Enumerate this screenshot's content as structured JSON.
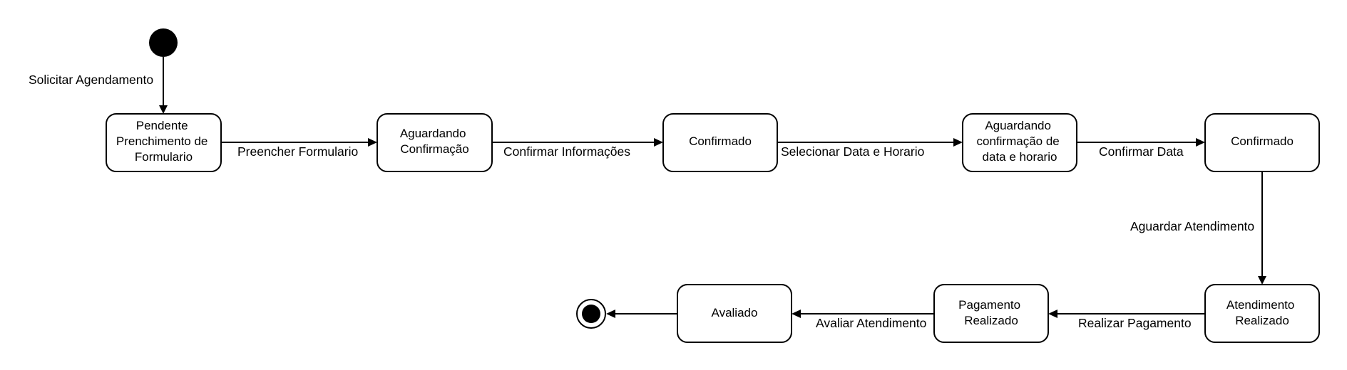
{
  "diagram": {
    "states": {
      "s1": [
        "Pendente",
        "Prenchimento de",
        "Formulario"
      ],
      "s2": [
        "Aguardando",
        "Confirmação"
      ],
      "s3": [
        "Confirmado"
      ],
      "s4": [
        "Aguardando",
        "confirmação de",
        "data e horario"
      ],
      "s5": [
        "Confirmado"
      ],
      "s6": [
        "Atendimento",
        "Realizado"
      ],
      "s7": [
        "Pagamento",
        "Realizado"
      ],
      "s8": [
        "Avaliado"
      ]
    },
    "transitions": {
      "t0": "Solicitar Agendamento",
      "t1": "Preencher Formulario",
      "t2": "Confirmar Informações",
      "t3": "Selecionar Data e Horario",
      "t4": "Confirmar Data",
      "t5": "Aguardar Atendimento",
      "t6": "Realizar Pagamento",
      "t7": "Avaliar Atendimento"
    }
  }
}
